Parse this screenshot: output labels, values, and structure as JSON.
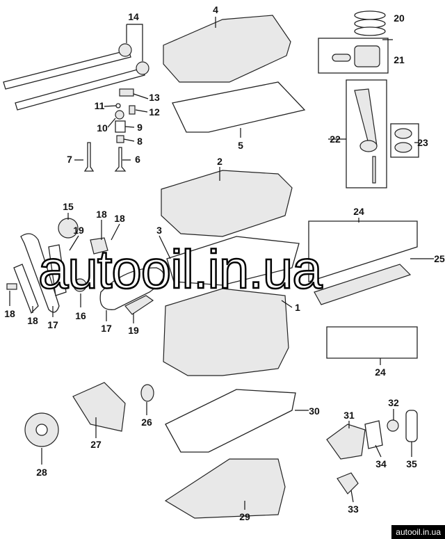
{
  "diagram": {
    "title": "Engine parts exploded view"
  },
  "labels": [
    "14",
    "4",
    "20",
    "21",
    "13",
    "11",
    "12",
    "10",
    "9",
    "8",
    "7",
    "6",
    "5",
    "22",
    "23",
    "2",
    "15",
    "18",
    "18",
    "19",
    "3",
    "24",
    "25",
    "1",
    "18",
    "18",
    "17",
    "16",
    "17",
    "19",
    "24",
    "30",
    "26",
    "27",
    "28",
    "31",
    "32",
    "34",
    "35",
    "33",
    "29"
  ],
  "watermark": "autooil.in.ua",
  "footer_url": "autooil.in.ua"
}
